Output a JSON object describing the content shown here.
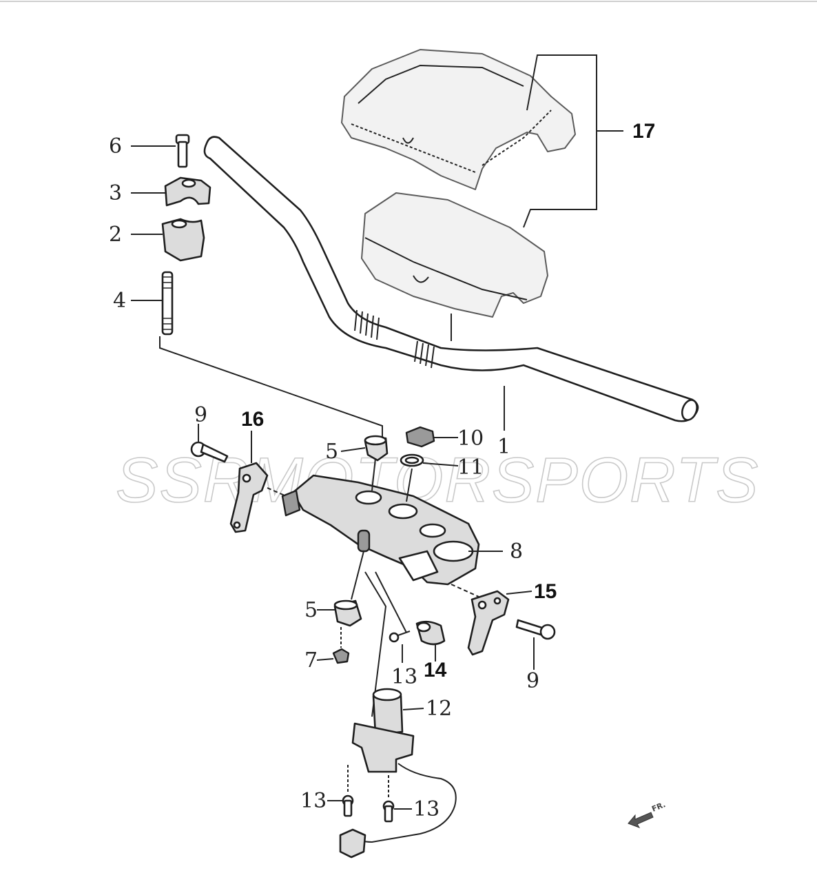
{
  "watermark": "SSRMOTORSPORTS",
  "direction_indicator": "FR.",
  "callouts": {
    "c1": "1",
    "c2": "2",
    "c3": "3",
    "c4": "4",
    "c5a": "5",
    "c5b": "5",
    "c6": "6",
    "c7": "7",
    "c8": "8",
    "c9a": "9",
    "c9b": "9",
    "c10": "10",
    "c11": "11",
    "c12": "12",
    "c13a": "13",
    "c13b": "13",
    "c13c": "13",
    "c14": "14",
    "c15": "15",
    "c16": "16",
    "c17": "17"
  }
}
